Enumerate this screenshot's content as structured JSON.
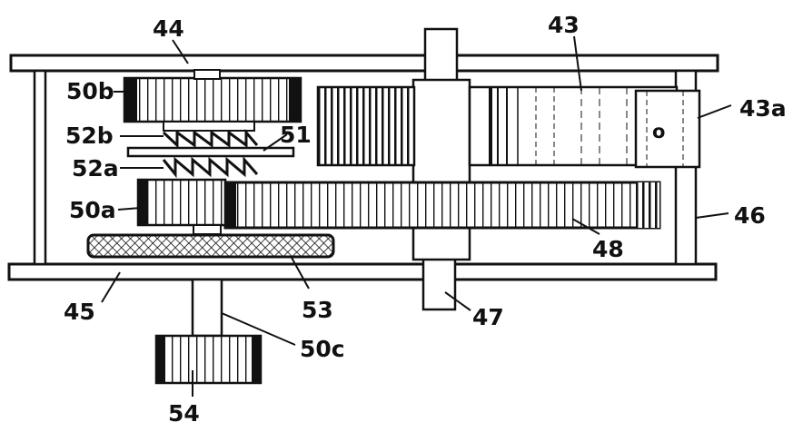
{
  "labels": {
    "l44": "44",
    "l43": "43",
    "l43a": "43a",
    "l50b": "50b",
    "l52b": "52b",
    "l51": "51",
    "l52a": "52a",
    "l50a": "50a",
    "l46": "46",
    "l48": "48",
    "l45": "45",
    "l53": "53",
    "l47": "47",
    "l50c": "50c",
    "l54": "54",
    "o_mark": "o"
  },
  "colors": {
    "ink": "#111111",
    "paper": "#ffffff"
  }
}
